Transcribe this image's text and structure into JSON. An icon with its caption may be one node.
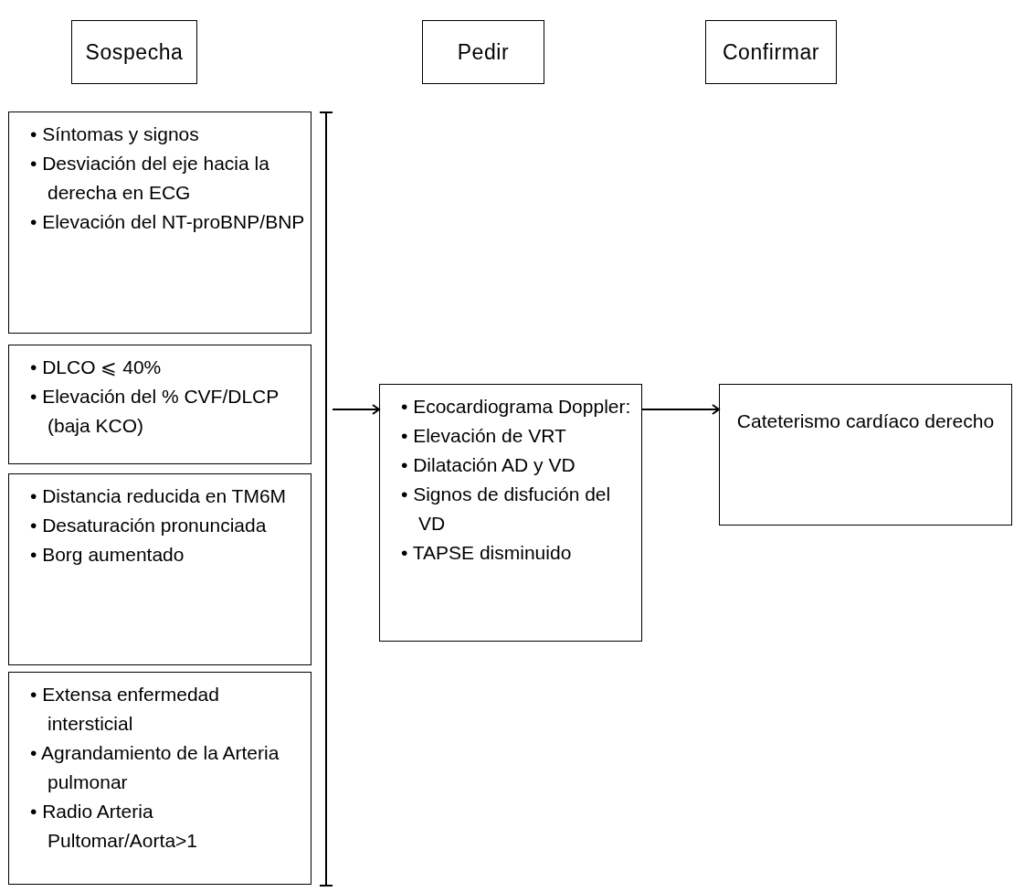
{
  "diagram": {
    "nodes": [
      {
        "text": [
          "Sospecha"
        ]
      },
      {
        "text": [
          "Pedir"
        ]
      },
      {
        "text": [
          "Confirmar"
        ]
      },
      {
        "text": [
          "• Síntomas y signos",
          "• Desviación del eje hacia la derecha en ECG",
          "• Elevación del NT-proBNP/BNP"
        ]
      },
      {
        "text": [
          "• DLCO ⩽ 40%",
          "• Elevación del % CVF/DLCP (baja KCO)"
        ]
      },
      {
        "text": [
          "• Distancia reducida en TM6M",
          "• Desaturación pronunciada",
          "• Borg aumentado"
        ]
      },
      {
        "text": [
          "• Extensa enfermedad intersticial",
          "• Agrandamiento de la Arteria pulmonar",
          "• Radio Arteria Pultomar/Aorta>1"
        ]
      },
      {
        "text": [],
        "shape": "bar"
      },
      {
        "text": [
          "• Ecocardiograma Doppler:",
          "• Elevación de VRT",
          "• Dilatación AD y VD",
          "• Signos de disfución del VD",
          "• TAPSE disminuido"
        ]
      },
      {
        "text": [
          "Cateterismo cardíaco derecho"
        ]
      }
    ],
    "edges": [
      {
        "from": 7,
        "to": 8,
        "arrow": "to"
      },
      {
        "from": 8,
        "to": 9,
        "arrow": "to"
      }
    ]
  }
}
